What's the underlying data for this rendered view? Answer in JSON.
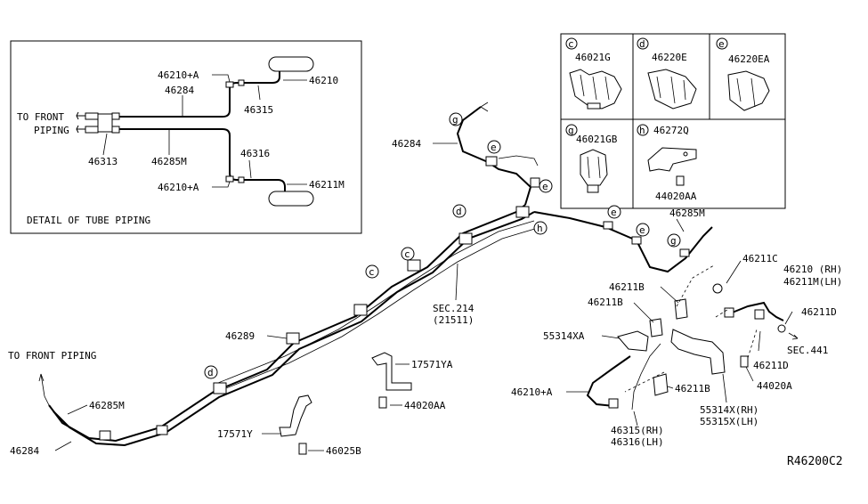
{
  "detail": {
    "title": "DETAIL OF TUBE PIPING",
    "to_front": "TO FRONT",
    "piping": "PIPING",
    "labels": {
      "p46210a_top": "46210+A",
      "p46284": "46284",
      "p46210": "46210",
      "p46315": "46315",
      "p46313": "46313",
      "p46285m": "46285M",
      "p46316": "46316",
      "p46210a_bot": "46210+A",
      "p46211m": "46211M"
    }
  },
  "clips": {
    "c": {
      "letter": "c",
      "part": "46021G"
    },
    "d": {
      "letter": "d",
      "part": "46220E"
    },
    "e": {
      "letter": "e",
      "part": "46220EA"
    },
    "g": {
      "letter": "g",
      "part": "46021GB"
    },
    "h": {
      "letter": "h",
      "part": "46272Q"
    },
    "h_bolt": "44020AA"
  },
  "callouts": {
    "c": "c",
    "d": "d",
    "e": "e",
    "g": "g",
    "h": "h"
  },
  "main": {
    "p46284_top": "46284",
    "p46285m_top": "46285M",
    "sec214": "SEC.214",
    "sec214_sub": "(21511)",
    "p46289": "46289",
    "to_front_piping": "TO FRONT PIPING",
    "p46285m_bottom": "46285M",
    "p46284_bottom": "46284",
    "p17571ya": "17571YA",
    "p44020aa": "44020AA",
    "p17571y": "17571Y",
    "p46025b": "46025B"
  },
  "rear": {
    "p46211c": "46211C",
    "p46210rh": "46210 (RH)",
    "p46211mlh": "46211M(LH)",
    "p46211b_1": "46211B",
    "p46211b_2": "46211B",
    "p46211d_1": "46211D",
    "p55314xa": "55314XA",
    "sec441": "SEC.441",
    "p46211d_2": "46211D",
    "p44020a": "44020A",
    "p46210a": "46210+A",
    "p46211b_3": "46211B",
    "p55314x": "55314X(RH)",
    "p55315x": "55315X(LH)",
    "p46315rh": "46315(RH)",
    "p46316lh": "46316(LH)"
  },
  "diagram_code": "R46200C2"
}
